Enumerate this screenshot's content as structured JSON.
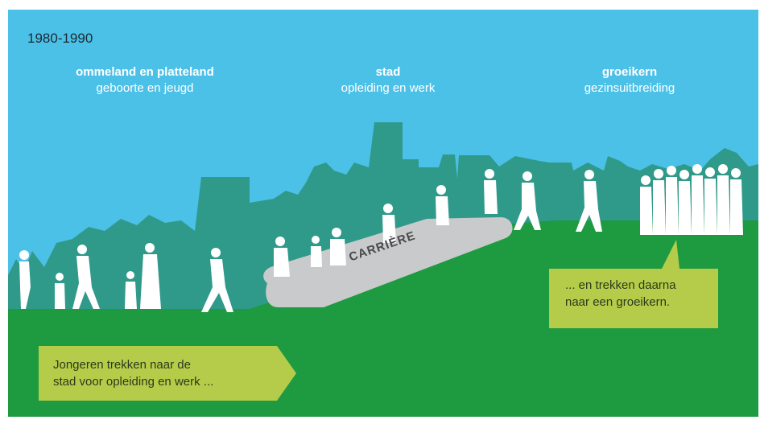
{
  "period": "1980-1990",
  "columns": [
    {
      "heading": "ommeland en platteland",
      "sub": "geboorte en jeugd"
    },
    {
      "heading": "stad",
      "sub": "opleiding en werk"
    },
    {
      "heading": "groeikern",
      "sub": "gezinsuitbreiding"
    }
  ],
  "escalator_label": "CARRIÈRE",
  "callouts": {
    "left": [
      "Jongeren trekken naar de",
      "stad voor opleiding en werk ..."
    ],
    "right": [
      "... en trekken daarna",
      "naar een groeikern."
    ]
  },
  "colors": {
    "sky": "#4cc1e8",
    "skyline": "#2f9a8a",
    "ground": "#1e9a40",
    "people": "#ffffff",
    "escalator": "#c9cacb",
    "callout": "#b5cc4a"
  }
}
